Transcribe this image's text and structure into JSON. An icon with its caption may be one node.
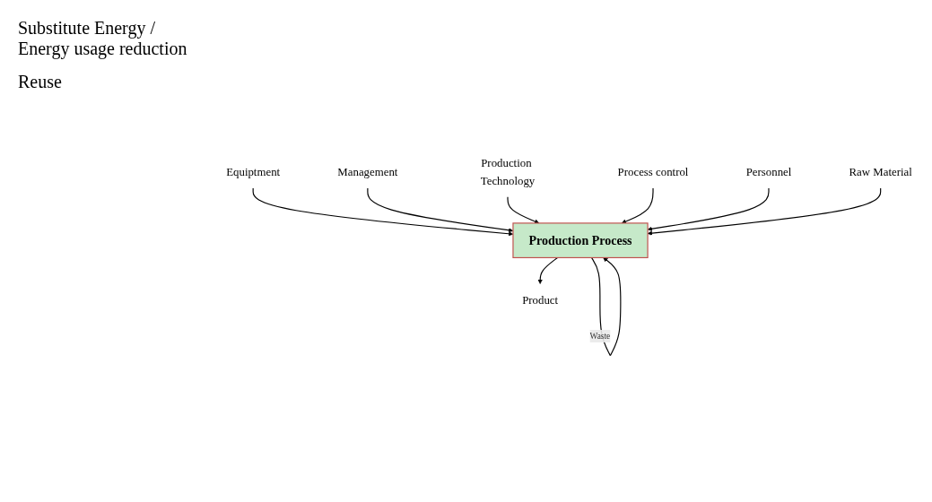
{
  "diagram": {
    "nodes": [
      {
        "text": [
          "Equiptment"
        ]
      },
      {
        "text": [
          "Management"
        ]
      },
      {
        "text": [
          "Production Technology"
        ]
      },
      {
        "text": [
          "Process control"
        ]
      },
      {
        "text": [
          "Personnel"
        ]
      },
      {
        "text": [
          "Raw Material"
        ]
      },
      {
        "text": [
          "Production Process"
        ]
      },
      {
        "text": [
          "Product"
        ]
      }
    ],
    "edges": [
      {
        "from": 0,
        "to": 6,
        "arrow": "to"
      },
      {
        "from": 1,
        "to": 6,
        "arrow": "to"
      },
      {
        "from": 2,
        "to": 6,
        "arrow": "to"
      },
      {
        "from": 3,
        "to": 6,
        "arrow": "to"
      },
      {
        "from": 4,
        "to": 6,
        "arrow": "to"
      },
      {
        "from": 5,
        "to": 6,
        "arrow": "to"
      },
      {
        "from": 6,
        "to": 7,
        "arrow": "to"
      },
      {
        "from": 6,
        "to": 6,
        "label": "Waste",
        "arrow": "to"
      }
    ],
    "labels": [
      "Substitute Energy / Energy usage reduction",
      "Reuse"
    ]
  }
}
